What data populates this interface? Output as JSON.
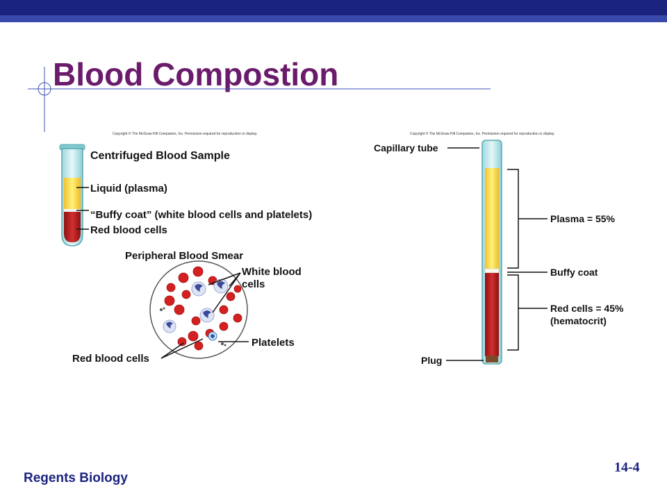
{
  "slide": {
    "title": "Blood Compostion",
    "footer_left": "Regents Biology",
    "page_number": "14-4"
  },
  "colors": {
    "title": "#6a1b6b",
    "banner": "#1a237e",
    "plasma": "#f6d94a",
    "red_cells": "#b71c1c"
  },
  "left_figure": {
    "copyright": "Copyright © The McGraw-Hill Companies, Inc. Permission required for reproduction or display.",
    "title": "Centrifuged Blood Sample",
    "labels": {
      "plasma": "Liquid (plasma)",
      "buffy": "“Buffy coat” (white blood cells and platelets)",
      "red": "Red blood cells"
    }
  },
  "smear": {
    "title": "Peripheral Blood Smear",
    "white_line1": "White blood",
    "white_line2": "cells",
    "platelets": "Platelets",
    "red": "Red blood cells"
  },
  "right_figure": {
    "copyright": "Copyright © The McGraw-Hill Companies, Inc. Permission required for reproduction or display.",
    "capillary": "Capillary tube",
    "plasma": "Plasma = 55%",
    "buffy": "Buffy coat",
    "red_line1": "Red cells = 45%",
    "red_line2": "(hematocrit)",
    "plug": "Plug",
    "plasma_fraction": 0.55,
    "red_fraction": 0.45
  }
}
